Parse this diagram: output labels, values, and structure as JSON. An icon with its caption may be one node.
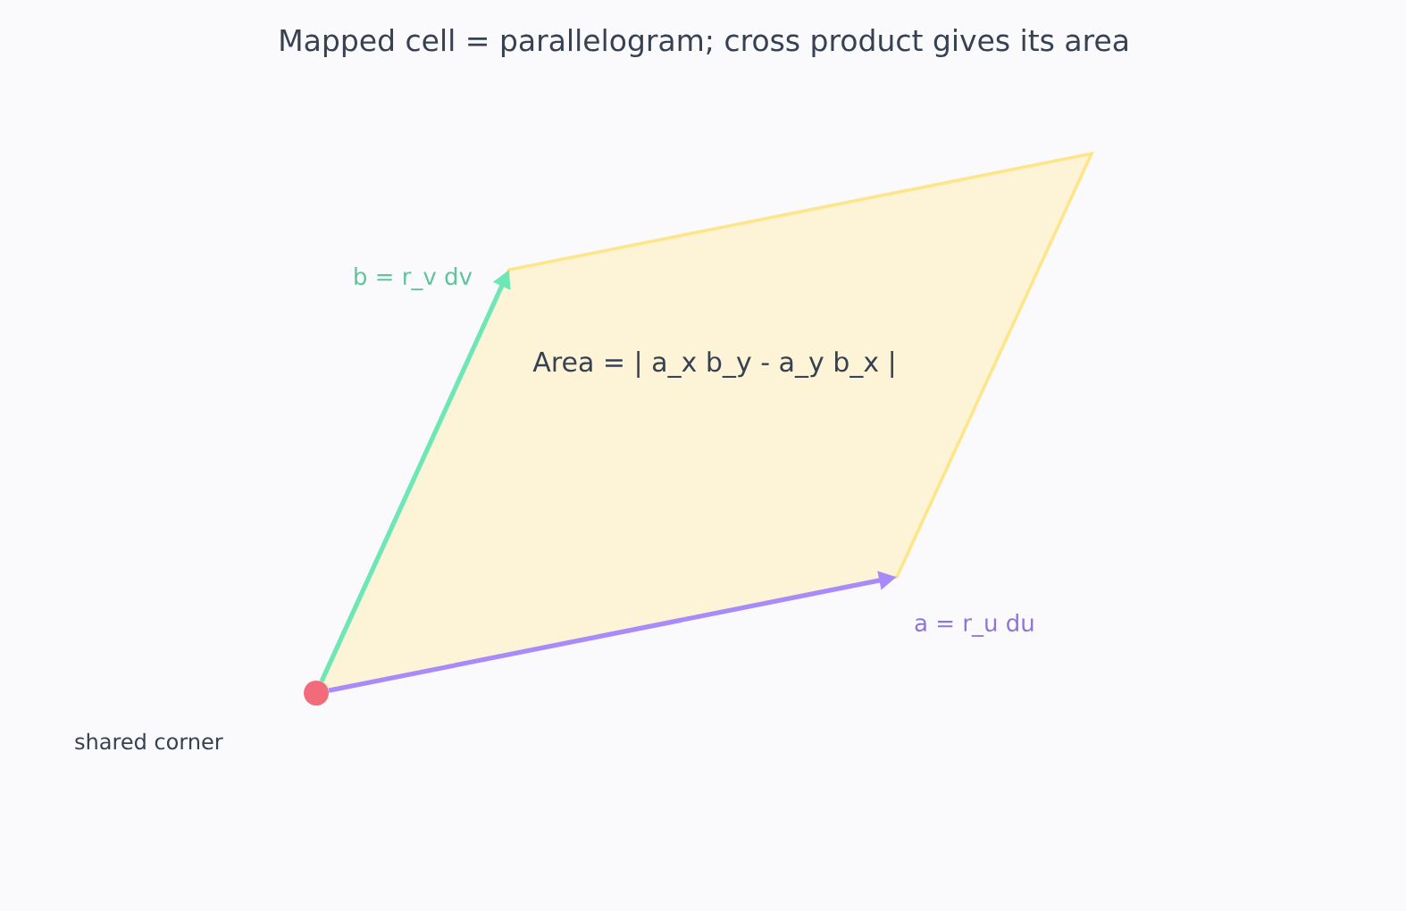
{
  "diagram": {
    "title": "Mapped cell = parallelogram; cross product gives its area",
    "nodes": [
      {
        "text": [
          "Area = | a_x b_y - a_y b_x |"
        ]
      },
      {
        "text": [],
        "shape": "circle",
        "beside": [
          "shared corner"
        ]
      }
    ],
    "edges": [
      {
        "from": 1,
        "to": 0,
        "arrow": "to",
        "label": "a = r_u du",
        "color": "#a78bfa"
      },
      {
        "from": 1,
        "to": 0,
        "arrow": "to",
        "label": "b = r_v dv",
        "color": "#6ee7b7"
      }
    ]
  }
}
